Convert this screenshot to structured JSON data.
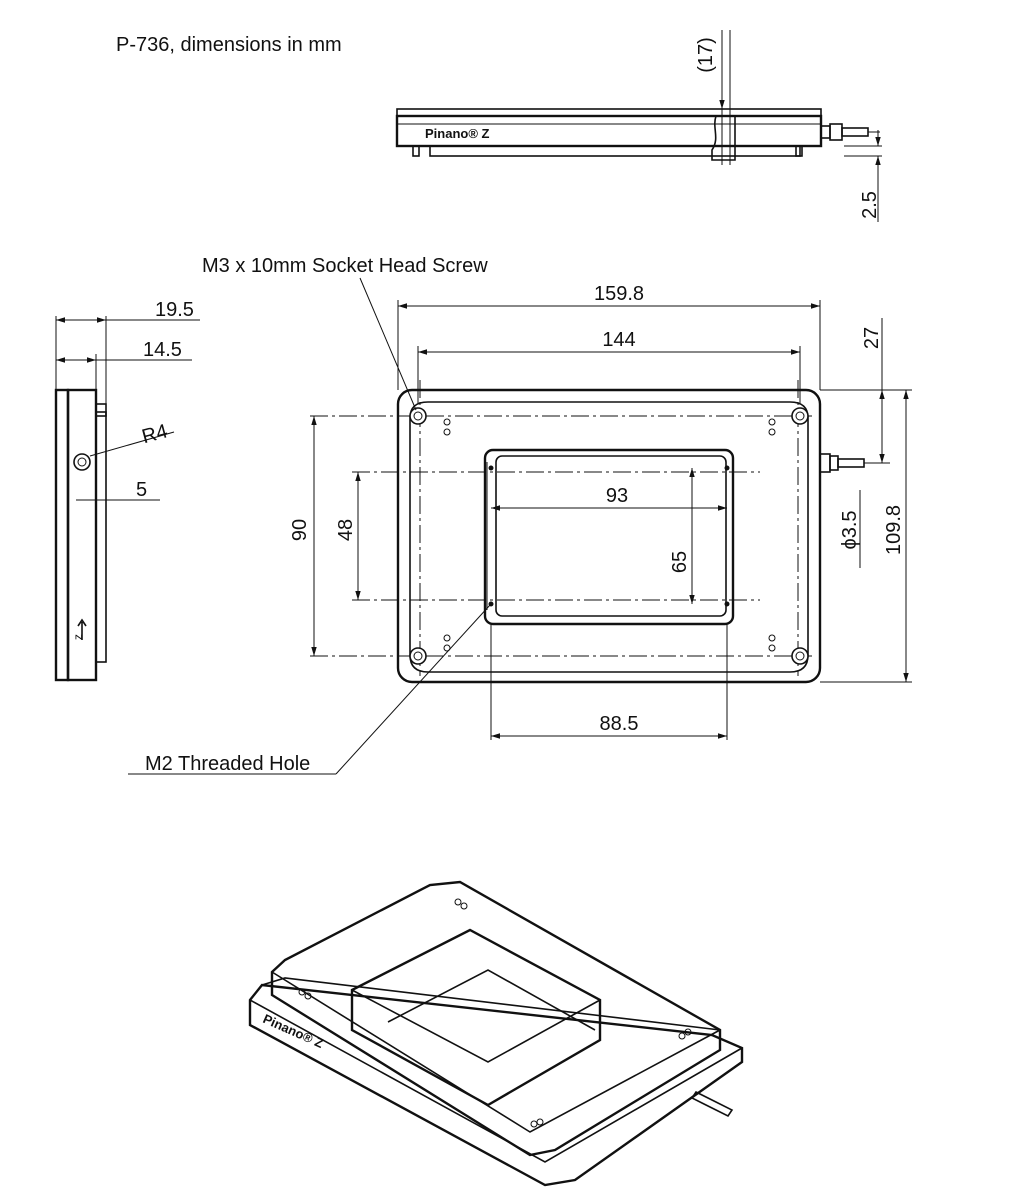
{
  "caption": "P-736, dimensions in mm",
  "brand": "Pinano® Z",
  "brand_iso": "Pinano® Z",
  "callouts": {
    "screw": "M3 x 10mm Socket Head Screw",
    "thread": "M2 Threaded Hole"
  },
  "dimensions": {
    "top_height": "(17)",
    "top_offset": "2.5",
    "side_outer": "19.5",
    "side_inner": "14.5",
    "radius": "R4",
    "side_five": "5",
    "width_outer": "159.8",
    "width_inner": "144",
    "cable_offset": "27",
    "height_outer": "109.8",
    "cable_dia": "ϕ3.5",
    "hole_pitch_y": "90",
    "aperture_y": "48",
    "aperture_x": "93",
    "stage_y": "65",
    "bottom_width": "88.5"
  },
  "glyphs": {
    "axis_z": "z"
  }
}
